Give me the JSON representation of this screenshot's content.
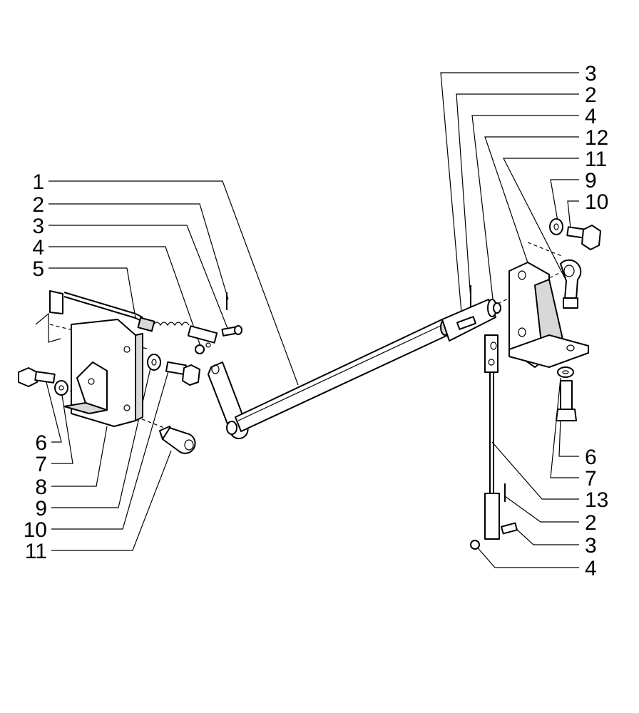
{
  "callouts_left": [
    "1",
    "2",
    "3",
    "4",
    "5",
    "6",
    "7",
    "8",
    "9",
    "10",
    "11"
  ],
  "callouts_right_top": [
    "3",
    "2",
    "4",
    "12",
    "11",
    "9",
    "10"
  ],
  "callouts_right_bottom": [
    "6",
    "7",
    "13",
    "2",
    "3",
    "4"
  ]
}
